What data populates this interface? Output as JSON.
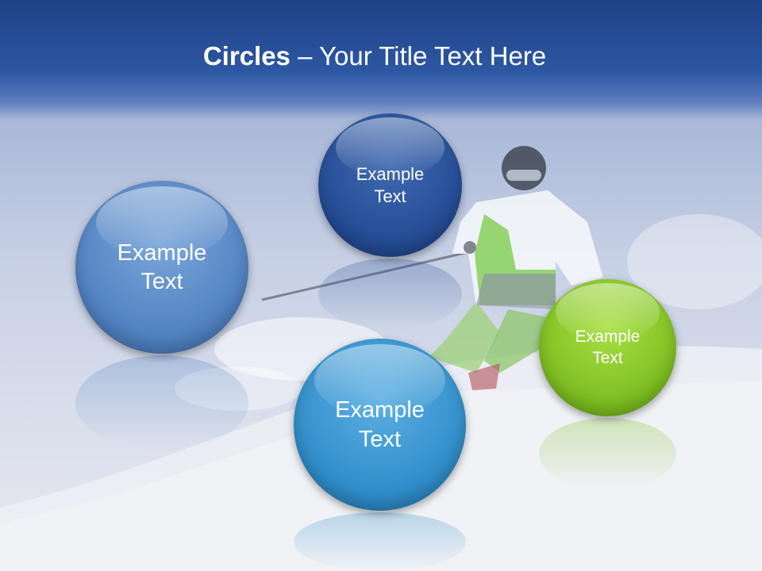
{
  "slide": {
    "title_bold": "Circles",
    "title_rest": " – Your Title Text Here"
  },
  "circles": [
    {
      "label": "Example Text",
      "color": "#5585c6"
    },
    {
      "label": "Example Text",
      "color": "#254d95"
    },
    {
      "label": "Example Text",
      "color": "#318fcb"
    },
    {
      "label": "Example Text",
      "color": "#7fc023"
    }
  ],
  "background": {
    "accent_dark_blue": "#1f4186",
    "snow": "#e7e9f1"
  }
}
